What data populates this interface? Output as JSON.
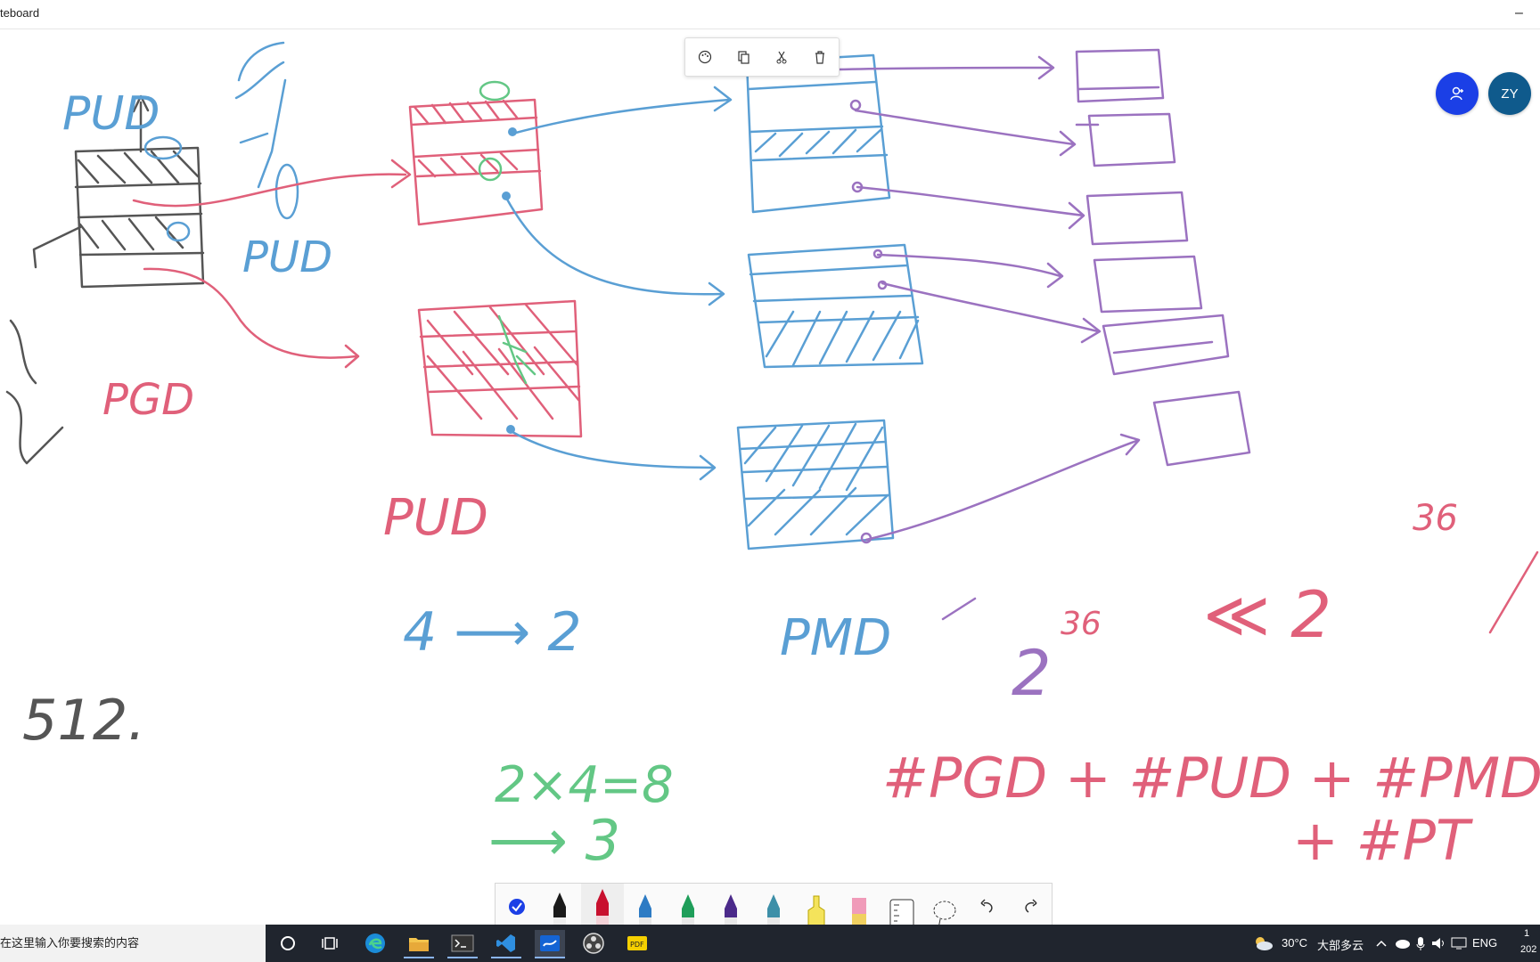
{
  "window": {
    "title": "teboard",
    "minimize_glyph": "–"
  },
  "selection_toolbar": {
    "items": [
      "palette-icon",
      "copy-icon",
      "cut-icon",
      "delete-icon"
    ]
  },
  "avatars": {
    "invite_icon": "invite-person-icon",
    "user_initials": "ZY"
  },
  "handwriting": {
    "pud_top_left": "PUD",
    "pud_middle_left": "PUD",
    "pgd": "PGD",
    "pud_center": "PUD",
    "pmd": "PMD",
    "arrow_4_to_2": "4 ⟶ 2",
    "eq_2x4": "2×4=8",
    "eq_to_3": "⟶ 3",
    "num_512": "512.",
    "two_pow": "2",
    "exp_36_a": "36",
    "ll_2": "≪ 2",
    "exp_36_b": "36",
    "sum_line1": "#PGD + #PUD + #PMD",
    "sum_line2": "+ #PT"
  },
  "pen_tray": {
    "tools": [
      "select-tool-icon",
      "ballpoint-pen-black-icon",
      "ballpoint-pen-red-icon",
      "pen-blue-icon",
      "pen-green-icon",
      "pen-purple-icon",
      "pen-galaxy-icon",
      "highlighter-yellow-icon",
      "eraser-icon",
      "ruler-icon",
      "lasso-icon",
      "undo-icon",
      "redo-icon"
    ]
  },
  "taskbar": {
    "search_placeholder": "在这里输入你要搜索的内容",
    "weather_temp": "30°C",
    "weather_desc": "大部多云",
    "lang": "ENG",
    "time_partial": "1",
    "date_partial": "202"
  },
  "colors": {
    "pink": "#e0607a",
    "blue": "#5a9fd4",
    "purple": "#9b72c0",
    "green": "#63c785",
    "gray": "#555555",
    "taskbar": "#20252e",
    "accent": "#1b3fe6"
  }
}
